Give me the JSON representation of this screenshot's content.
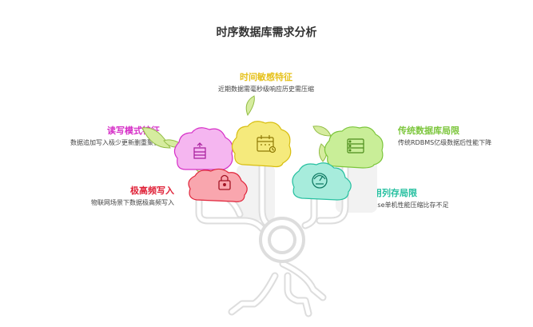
{
  "title": "时序数据库需求分析",
  "items": {
    "top": {
      "head": "时间敏感特征",
      "desc": "近期数据需毫秒级响应历史需压缩",
      "color": "#e6c21e",
      "icon": "calendar-icon"
    },
    "top_left": {
      "head": "读写模式特征",
      "desc": "数据追加写入极少更新删重聚合",
      "color": "#d62fc7",
      "icon": "database-write-icon"
    },
    "bottom_left": {
      "head": "极高频写入",
      "desc": "物联网场景下数据极高频写入",
      "color": "#e0243a",
      "icon": "lock-icon"
    },
    "top_right": {
      "head": "传统数据库局限",
      "desc": "传统RDBMS亿级数据后性能下降",
      "color": "#7cc63c",
      "icon": "server-icon"
    },
    "bottom_right": {
      "head": "通用列存局限",
      "desc": "HBase单机性能压缩比存不足",
      "color": "#26c0a0",
      "icon": "gauge-icon"
    }
  }
}
